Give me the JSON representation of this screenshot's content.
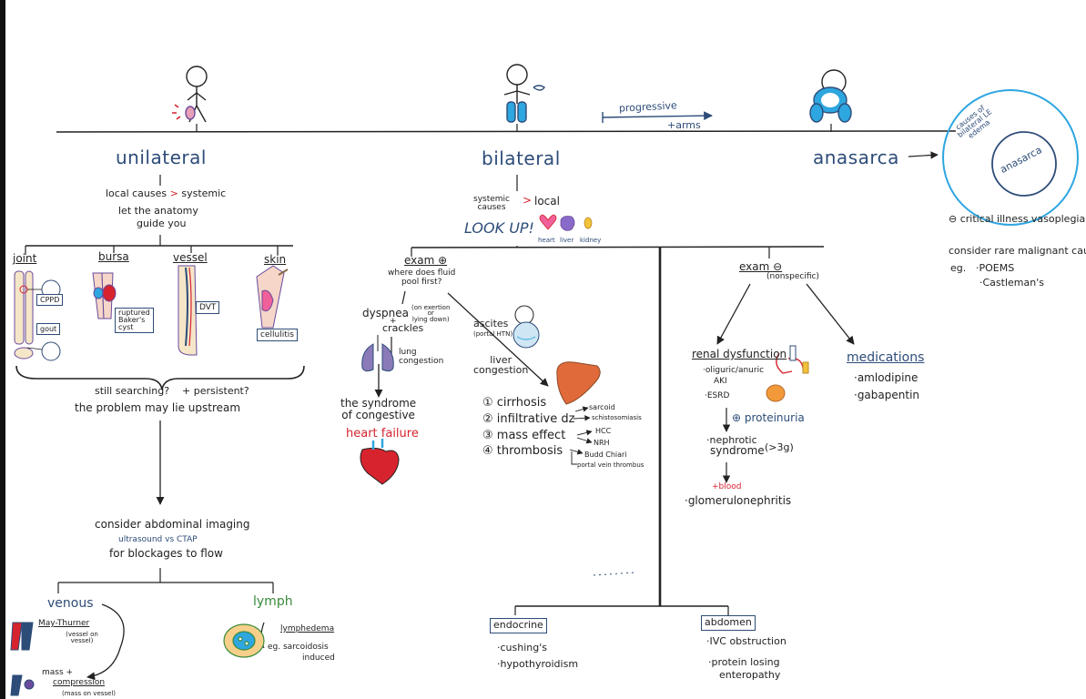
{
  "top": {
    "unilateral": "unilateral",
    "bilateral": "bilateral",
    "anasarca": "anasarca",
    "progressive": "progressive",
    "plus_arms": "+arms"
  },
  "venn": {
    "outer_label": "causes of bilateral LE edema",
    "inner_label": "anasarca"
  },
  "anasarca_notes": {
    "critical": "critical illness vasoplegia",
    "rare": "consider rare malignant causes",
    "eg": "eg.",
    "poems": "·POEMS",
    "castleman": "·Castleman's"
  },
  "unilateral_branch": {
    "local_causes": "local causes",
    "gt": ">",
    "systemic": "systemic",
    "anatomy_line1": "let the anatomy",
    "anatomy_line2": "guide you",
    "joint": "joint",
    "bursa": "bursa",
    "vessel": "vessel",
    "skin": "skin",
    "cppd": "CPPD",
    "gout": "gout",
    "baker_line1": "ruptured",
    "baker_line2": "Baker's",
    "baker_line3": "cyst",
    "dvt": "DVT",
    "cellulitis": "cellulitis",
    "still1": "still searching?",
    "still2": "+ persistent?",
    "upstream": "the problem may lie upstream",
    "imaging": "consider abdominal imaging",
    "us_ctap": "ultrasound vs CTAP",
    "blockages": "for blockages to flow",
    "venous": "venous",
    "may_thurner": "May-Thurner",
    "vessel_on_vessel": "(vessel on vessel)",
    "mass_line1": "mass +",
    "mass_line2": "compression",
    "mass_on_vessel": "(mass on vessel)",
    "lymph": "lymph",
    "lymphedema": "lymphedema",
    "sarcoid": "eg. sarcoidosis",
    "induced": "induced"
  },
  "bilateral_branch": {
    "systemic_causes1": "systemic",
    "systemic_causes2": "causes",
    "gt": ">",
    "local": "local",
    "look_up": "LOOK UP!",
    "heart": "heart",
    "liver": "liver",
    "kidney": "kidney",
    "exam_plus": "exam ⊕",
    "where1": "where does fluid",
    "where2": "pool first?",
    "dyspnea": "dyspnea",
    "exertion1": "(on exertion",
    "exertion2": "or",
    "exertion3": "lying down)",
    "plus": "+",
    "crackles": "crackles",
    "lung1": "lung",
    "lung2": "congestion",
    "ascites": "ascites",
    "portal_htn": "(portal HTN)",
    "liver_cong1": "liver",
    "liver_cong2": "congestion",
    "syndrome1": "the syndrome",
    "syndrome2": "of congestive",
    "heart_failure": "heart failure",
    "cirrhosis": "① cirrhosis",
    "infiltrative": "② infiltrative dz",
    "mass_effect": "③ mass effect",
    "thrombosis": "④ thrombosis",
    "sarcoid": "sarcoid",
    "schisto": "schistosomiasis",
    "hcc": "HCC",
    "nrh": "NRH",
    "budd": "Budd Chiari",
    "pvt": "portal vein thrombus",
    "exam_minus": "exam ⊖",
    "nonspecific": "(nonspecific)",
    "renal": "renal dysfunction",
    "oliguric": "·oliguric/anuric",
    "aki": "AKI",
    "esrd": "·ESRD",
    "proteinuria": "⊕ proteinuria",
    "nephrotic1": "·nephrotic",
    "nephrotic2": "syndrome",
    "gt3g": "(>3g)",
    "blood": "+blood",
    "gn": "·glomerulonephritis",
    "medications": "medications",
    "amlodipine": "·amlodipine",
    "gabapentin": "·gabapentin",
    "endocrine": "endocrine",
    "cushings": "·cushing's",
    "hypothyroid": "·hypothyroidism",
    "abdomen": "abdomen",
    "ivc": "·IVC obstruction",
    "protein1": "·protein losing",
    "protein2": "enteropathy"
  },
  "colors": {
    "navy": "#2d4c78",
    "red": "#d6232e",
    "cyan": "#2ea6e0",
    "green": "#3a8a3a",
    "pink": "#f0609a",
    "purple": "#6a4a9c",
    "orange": "#f29a3a",
    "yellow": "#f2c23a"
  },
  "icons": [
    "stick-figure-icon",
    "lungs-icon",
    "heart-icon",
    "liver-icon",
    "kidney-icon",
    "lymph-node-icon",
    "leg-icon",
    "bladder-icon"
  ]
}
